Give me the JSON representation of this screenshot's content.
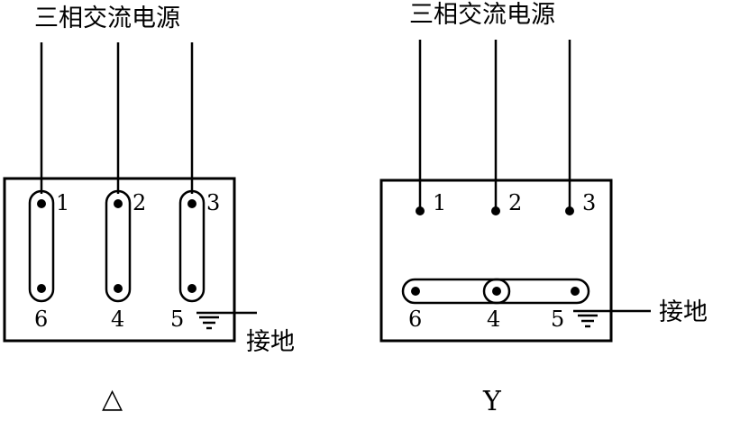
{
  "delta": {
    "title": "三相交流电源",
    "terminals_top": [
      "1",
      "2",
      "3"
    ],
    "terminals_bottom": [
      "6",
      "4",
      "5"
    ],
    "ground_label": "接地",
    "symbol": "△"
  },
  "wye": {
    "title": "三相交流电源",
    "terminals_top": [
      "1",
      "2",
      "3"
    ],
    "terminals_bottom": [
      "6",
      "4",
      "5"
    ],
    "ground_label": "接地",
    "symbol": "Y"
  }
}
